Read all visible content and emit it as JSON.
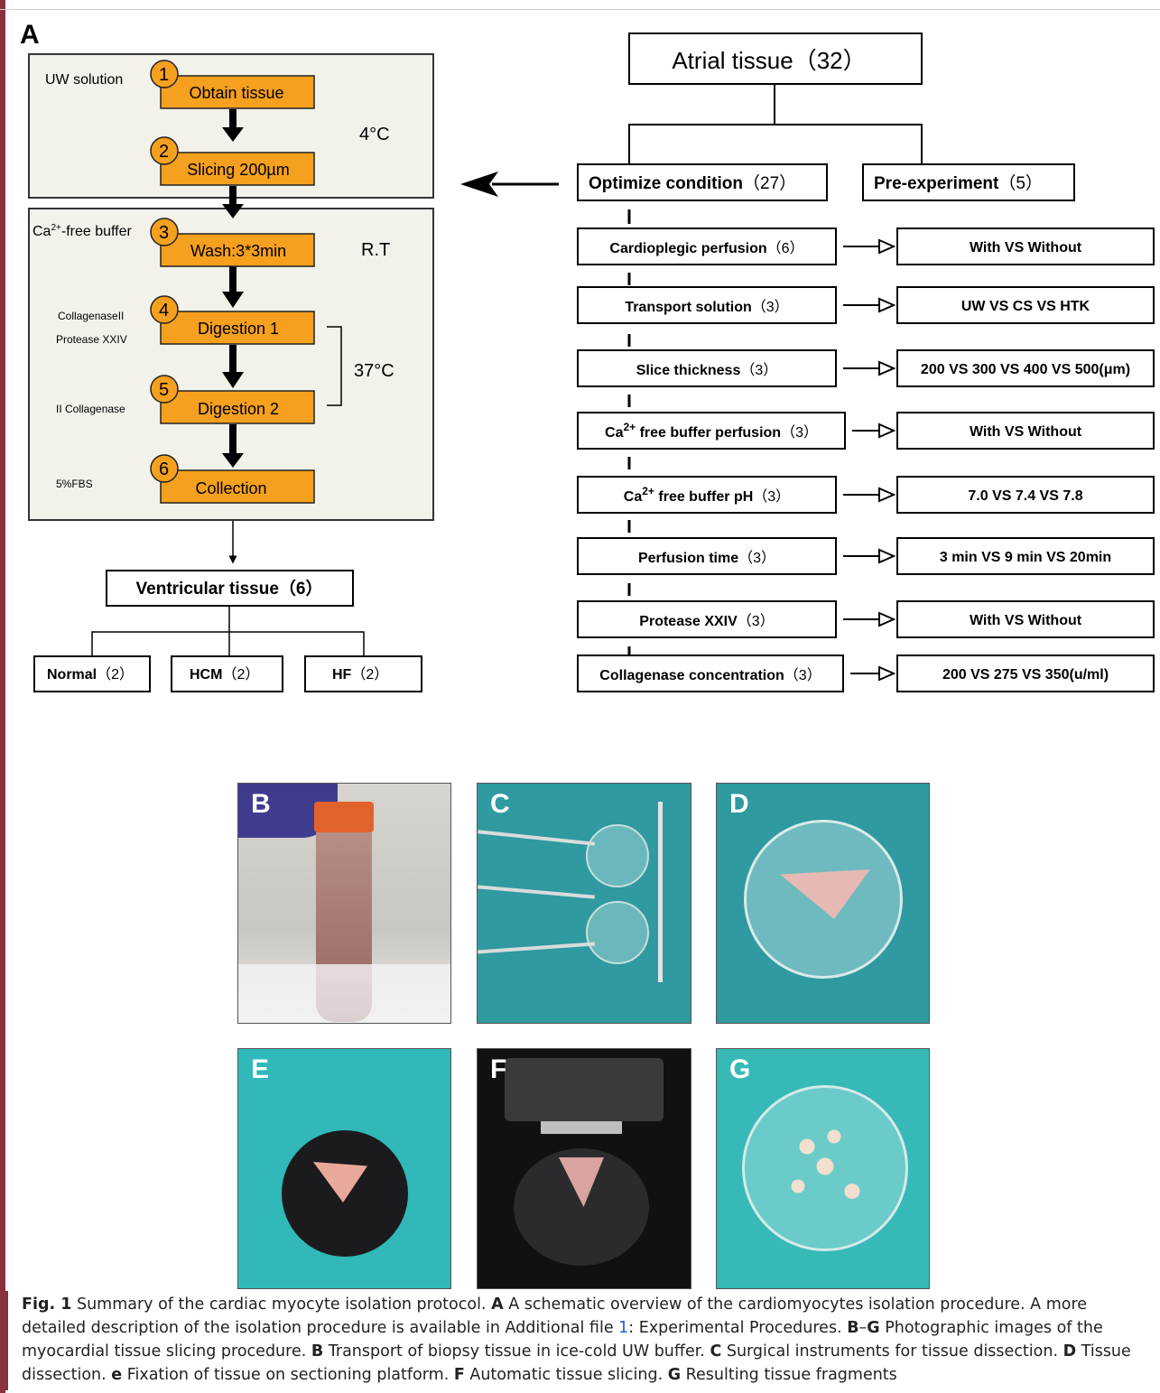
{
  "colors": {
    "accent": "#f5a01e",
    "panel_bg": "#f2f1ea",
    "frame_bar": "#8a2f3c",
    "teal": "#2f9aa0"
  },
  "panel_label": "A",
  "left": {
    "box1_label": "UW solution",
    "box1_temp": "4°C",
    "box2_label_sup": "2+",
    "box2_label_pre": "Ca",
    "box2_label_post": "-free buffer",
    "box2_temp": "R.T",
    "bracket_temp": "37°C",
    "steps": [
      {
        "num": "1",
        "label": "Obtain tissue"
      },
      {
        "num": "2",
        "label": "Slicing 200µm"
      },
      {
        "num": "3",
        "label": "Wash:3*3min"
      },
      {
        "num": "4",
        "label": "Digestion 1"
      },
      {
        "num": "5",
        "label": "Digestion 2"
      },
      {
        "num": "6",
        "label": "Collection"
      }
    ],
    "side_notes": [
      "CollagenaseII",
      "Protease XXIV",
      "II Collagenase",
      "5%FBS"
    ],
    "ventricular": "Ventricular tissue（6）",
    "groups": [
      {
        "name": "Normal",
        "count": "（2）"
      },
      {
        "name": "HCM",
        "count": "（2）"
      },
      {
        "name": "HF",
        "count": "（2）"
      }
    ]
  },
  "right": {
    "atrial": "Atrial tissue（32）",
    "optimize_name": "Optimize condition",
    "optimize_count": "（27）",
    "pre_name": "Pre-experiment",
    "pre_count": "（5）",
    "conditions": [
      {
        "name": "Cardioplegic perfusion",
        "count": "（6）",
        "result": "With VS Without"
      },
      {
        "name": "Transport solution",
        "count": "（3）",
        "result": "UW VS CS VS HTK"
      },
      {
        "name": "Slice thickness",
        "count": "（3）",
        "result": "200 VS 300 VS 400 VS 500(μm)"
      },
      {
        "name": "free buffer  perfusion",
        "count": "（3）",
        "result": "With VS Without",
        "prefix": "Ca",
        "sup": "2+"
      },
      {
        "name": "free buffer pH",
        "count": "（3）",
        "result": "7.0 VS 7.4 VS 7.8",
        "prefix": "Ca",
        "sup": "2+"
      },
      {
        "name": "Perfusion time",
        "count": "（3）",
        "result": "3 min VS 9 min VS 20min"
      },
      {
        "name": "Protease XXIV",
        "count": "（3）",
        "result": "With VS Without"
      },
      {
        "name": "Collagenase concentration",
        "count": "（3）",
        "result": "200 VS 275 VS 350(u/ml)"
      }
    ]
  },
  "photos": [
    "B",
    "C",
    "D",
    "E",
    "F",
    "G"
  ],
  "caption": {
    "fig": "Fig. 1",
    "intro": "  Summary of the cardiac myocyte isolation protocol. ",
    "a": "A",
    "a_text": " A schematic overview of the cardiomyocytes isolation procedure. A more detailed description of the isolation procedure is available in Additional file ",
    "file_link": "1",
    "a_text2": ": Experimental Procedures. ",
    "bg": "B",
    "dash": "–",
    "g1": "G",
    "bg_text": " Photographic images of the myocardial tissue slicing procedure. ",
    "b": "B",
    "b_text": " Transport of biopsy tissue in ice-cold UW buffer. ",
    "c": "C",
    "c_text": " Surgical instruments for tissue dissection. ",
    "d": "D",
    "d_text": " Tissue dissection. ",
    "e": "e",
    "e_text": " Fixation of tissue on sectioning platform. ",
    "f": "F",
    "f_text": " Automatic tissue slicing. ",
    "g": "G",
    "g_text": " Resulting tissue fragments"
  }
}
